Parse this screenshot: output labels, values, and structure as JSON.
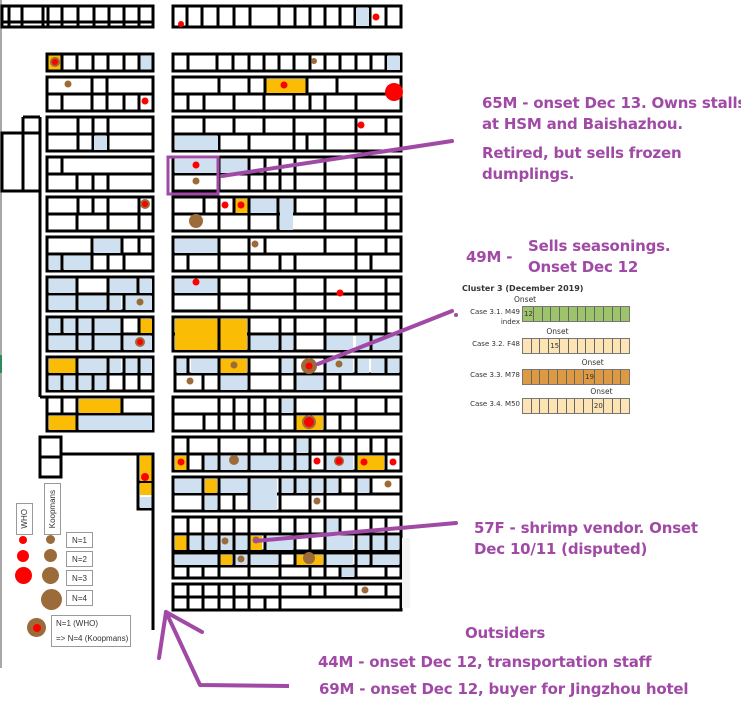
{
  "colors": {
    "annotation": "#A04AA6",
    "who_dot": "#FF0000",
    "koopmans_dot": "#9C6B3A",
    "stall_highlight_orange": "#FBBC05",
    "stall_highlight_blue": "#CFE0F1",
    "wall": "#000000"
  },
  "annotations": {
    "case_65m": [
      "65M - onset Dec 13. Owns stalls",
      "at HSM and Baishazhou."
    ],
    "case_65m_note": [
      "Retired, but sells frozen",
      "dumplings."
    ],
    "case_49m_prefix": "49M -",
    "case_49m": [
      "Sells seasonings.",
      "Onset Dec 12"
    ],
    "case_57f": [
      "57F - shrimp vendor. Onset",
      "Dec 10/11 (disputed)"
    ],
    "outsiders_title": "Outsiders",
    "outsider_44m": "44M - onset Dec 12, transportation staff",
    "outsider_69m": "69M - onset Dec 12, buyer for Jingzhou hotel"
  },
  "legend": {
    "who_label": "WHO",
    "koopmans_label": "Koopmans",
    "levels": [
      "N=1",
      "N=2",
      "N=3",
      "N=4"
    ],
    "combo_line1": "N=1 (WHO)",
    "combo_line2": "=> N=4 (Koopmans)"
  },
  "cluster": {
    "title": "Cluster 3 (December 2019)",
    "onset_label": "Onset",
    "cases": [
      {
        "label": "Case 3.1. M49",
        "sub": "index",
        "onset_day": "12",
        "onset_index": 0,
        "color": "#9DC36B"
      },
      {
        "label": "Case 3.2. F48",
        "sub": "",
        "onset_day": "15",
        "onset_index": 3,
        "color": "#FCE4B4"
      },
      {
        "label": "Case 3.3. M78",
        "sub": "",
        "onset_day": "19",
        "onset_index": 7,
        "color": "#DE9A42"
      },
      {
        "label": "Case 3.4. M50",
        "sub": "",
        "onset_day": "20",
        "onset_index": 8,
        "color": "#FCE4B4"
      }
    ]
  }
}
